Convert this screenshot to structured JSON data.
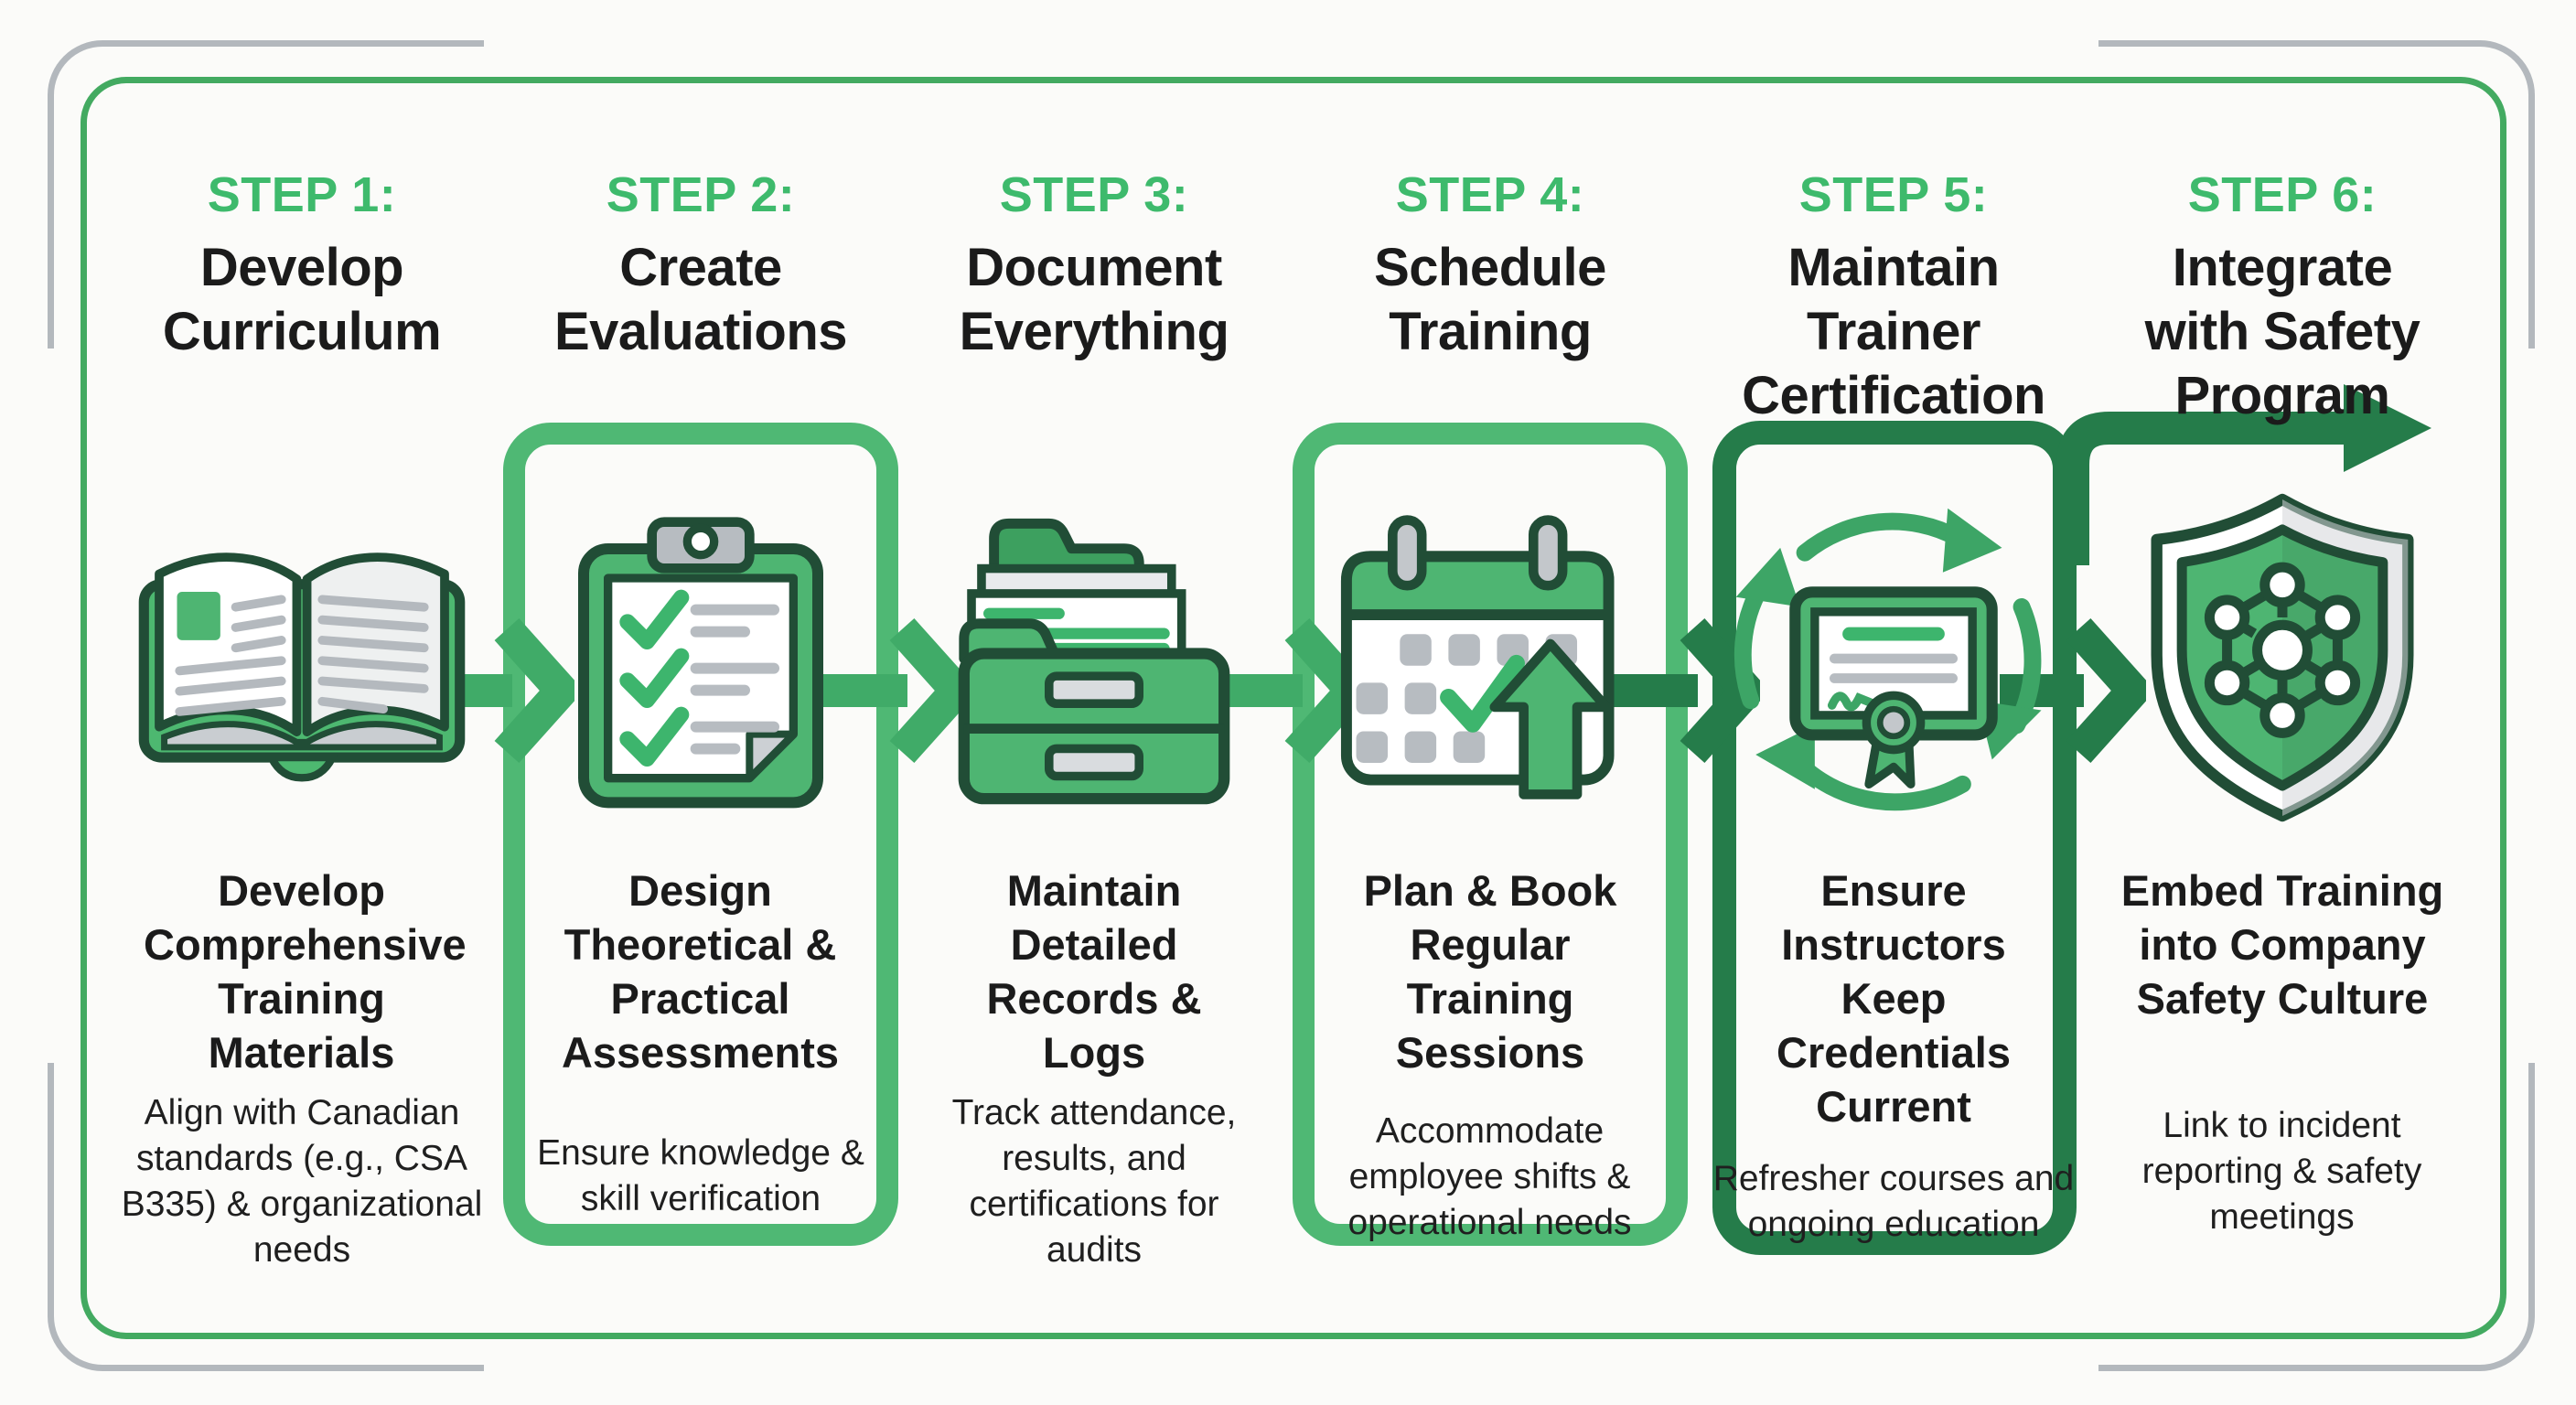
{
  "steps": [
    {
      "label": "STEP 1:",
      "title": "Develop Curriculum",
      "subtitle": "Develop Comprehensive Training Materials",
      "description": "Align with Canadian standards (e.g., CSA B335) & organizational needs",
      "icon": "open-book-icon",
      "boxed": false
    },
    {
      "label": "STEP 2:",
      "title": "Create Evaluations",
      "subtitle": "Design Theoretical & Practical Assessments",
      "description": "Ensure knowledge & skill verification",
      "icon": "clipboard-checklist-icon",
      "boxed": true
    },
    {
      "label": "STEP 3:",
      "title": "Document Everything",
      "subtitle": "Maintain Detailed Records & Logs",
      "description": "Track attendance, results, and certifications for audits",
      "icon": "file-cabinet-icon",
      "boxed": false
    },
    {
      "label": "STEP 4:",
      "title": "Schedule Training",
      "subtitle": "Plan & Book Regular Training Sessions",
      "description": "Accommodate employee shifts & operational needs",
      "icon": "calendar-checkmark-icon",
      "boxed": true
    },
    {
      "label": "STEP 5:",
      "title": "Maintain Trainer Certification",
      "subtitle": "Ensure Instructors Keep Credentials Current",
      "description": "Refresher courses and ongoing education",
      "icon": "certificate-renewal-icon",
      "boxed": true
    },
    {
      "label": "STEP 6:",
      "title": "Integrate with Safety Program",
      "subtitle": "Embed Training into Company Safety Culture",
      "description": "Link to incident reporting & safety meetings",
      "icon": "shield-network-icon",
      "boxed": false
    }
  ],
  "colors": {
    "accent_green": "#3eba6c",
    "light_box_green": "#4fb874",
    "dark_green": "#257c4a",
    "frame_green": "#43aa61",
    "bracket_gray": "#b3b8bd",
    "icon_outline_green": "#214d36",
    "icon_fill_green": "#4eb572",
    "detail_gray": "#b4b9be",
    "text_black": "#1b1b1b",
    "background": "#fbfbf9"
  }
}
